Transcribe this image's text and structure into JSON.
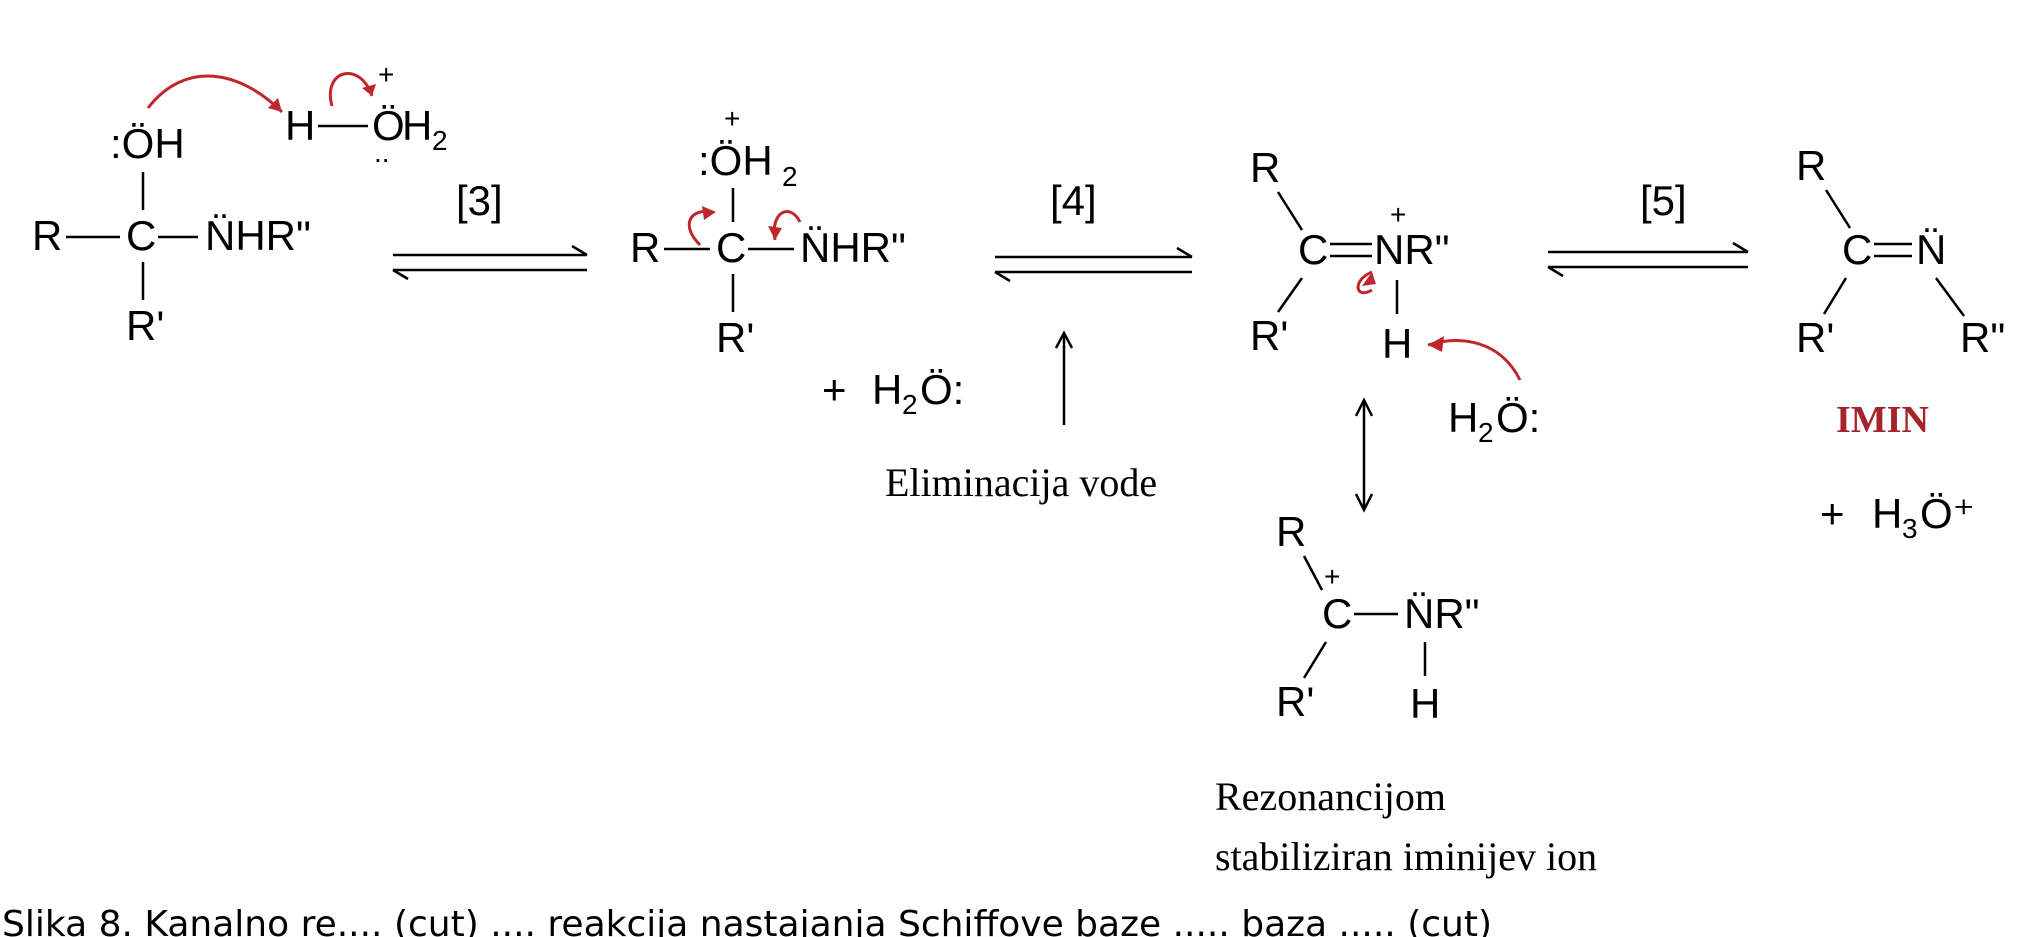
{
  "steps": {
    "s3": "[3]",
    "s4": "[4]",
    "s5": "[5]"
  },
  "atoms": {
    "R": "R",
    "Rp": "R'",
    "Rpp": "R\"",
    "C": "C",
    "H": "H",
    "OH": "ÖH",
    "NHRpp": "N̈HR\"",
    "NRpp": "NR\"",
    "N": "N̈",
    "OH2": "ÖH",
    "two": "2",
    "three": "3",
    "plus": "+",
    "colon": ":",
    "dash": "–",
    "eq": "=",
    "OHsym": "Ö",
    "H2O": "H",
    "Oend": "Ö:",
    "dots": "..",
    "HO_plus": "Ö⁺"
  },
  "labels": {
    "elimination": "Eliminacija vode",
    "resonance_1": "Rezonancijom",
    "resonance_2": "stabiliziran iminijev ion",
    "product": "IMIN"
  },
  "plus_signs": {
    "water_add": "+",
    "hydronium_add": "+"
  },
  "caption": "Slika 8. Kanalno re.... (cut) .... reakcija nastajanja Schiffove baze ..... baza ..... (cut)",
  "colors": {
    "curly_arrow": "#c0272d",
    "product_label": "#a3242b",
    "text": "#000000"
  }
}
